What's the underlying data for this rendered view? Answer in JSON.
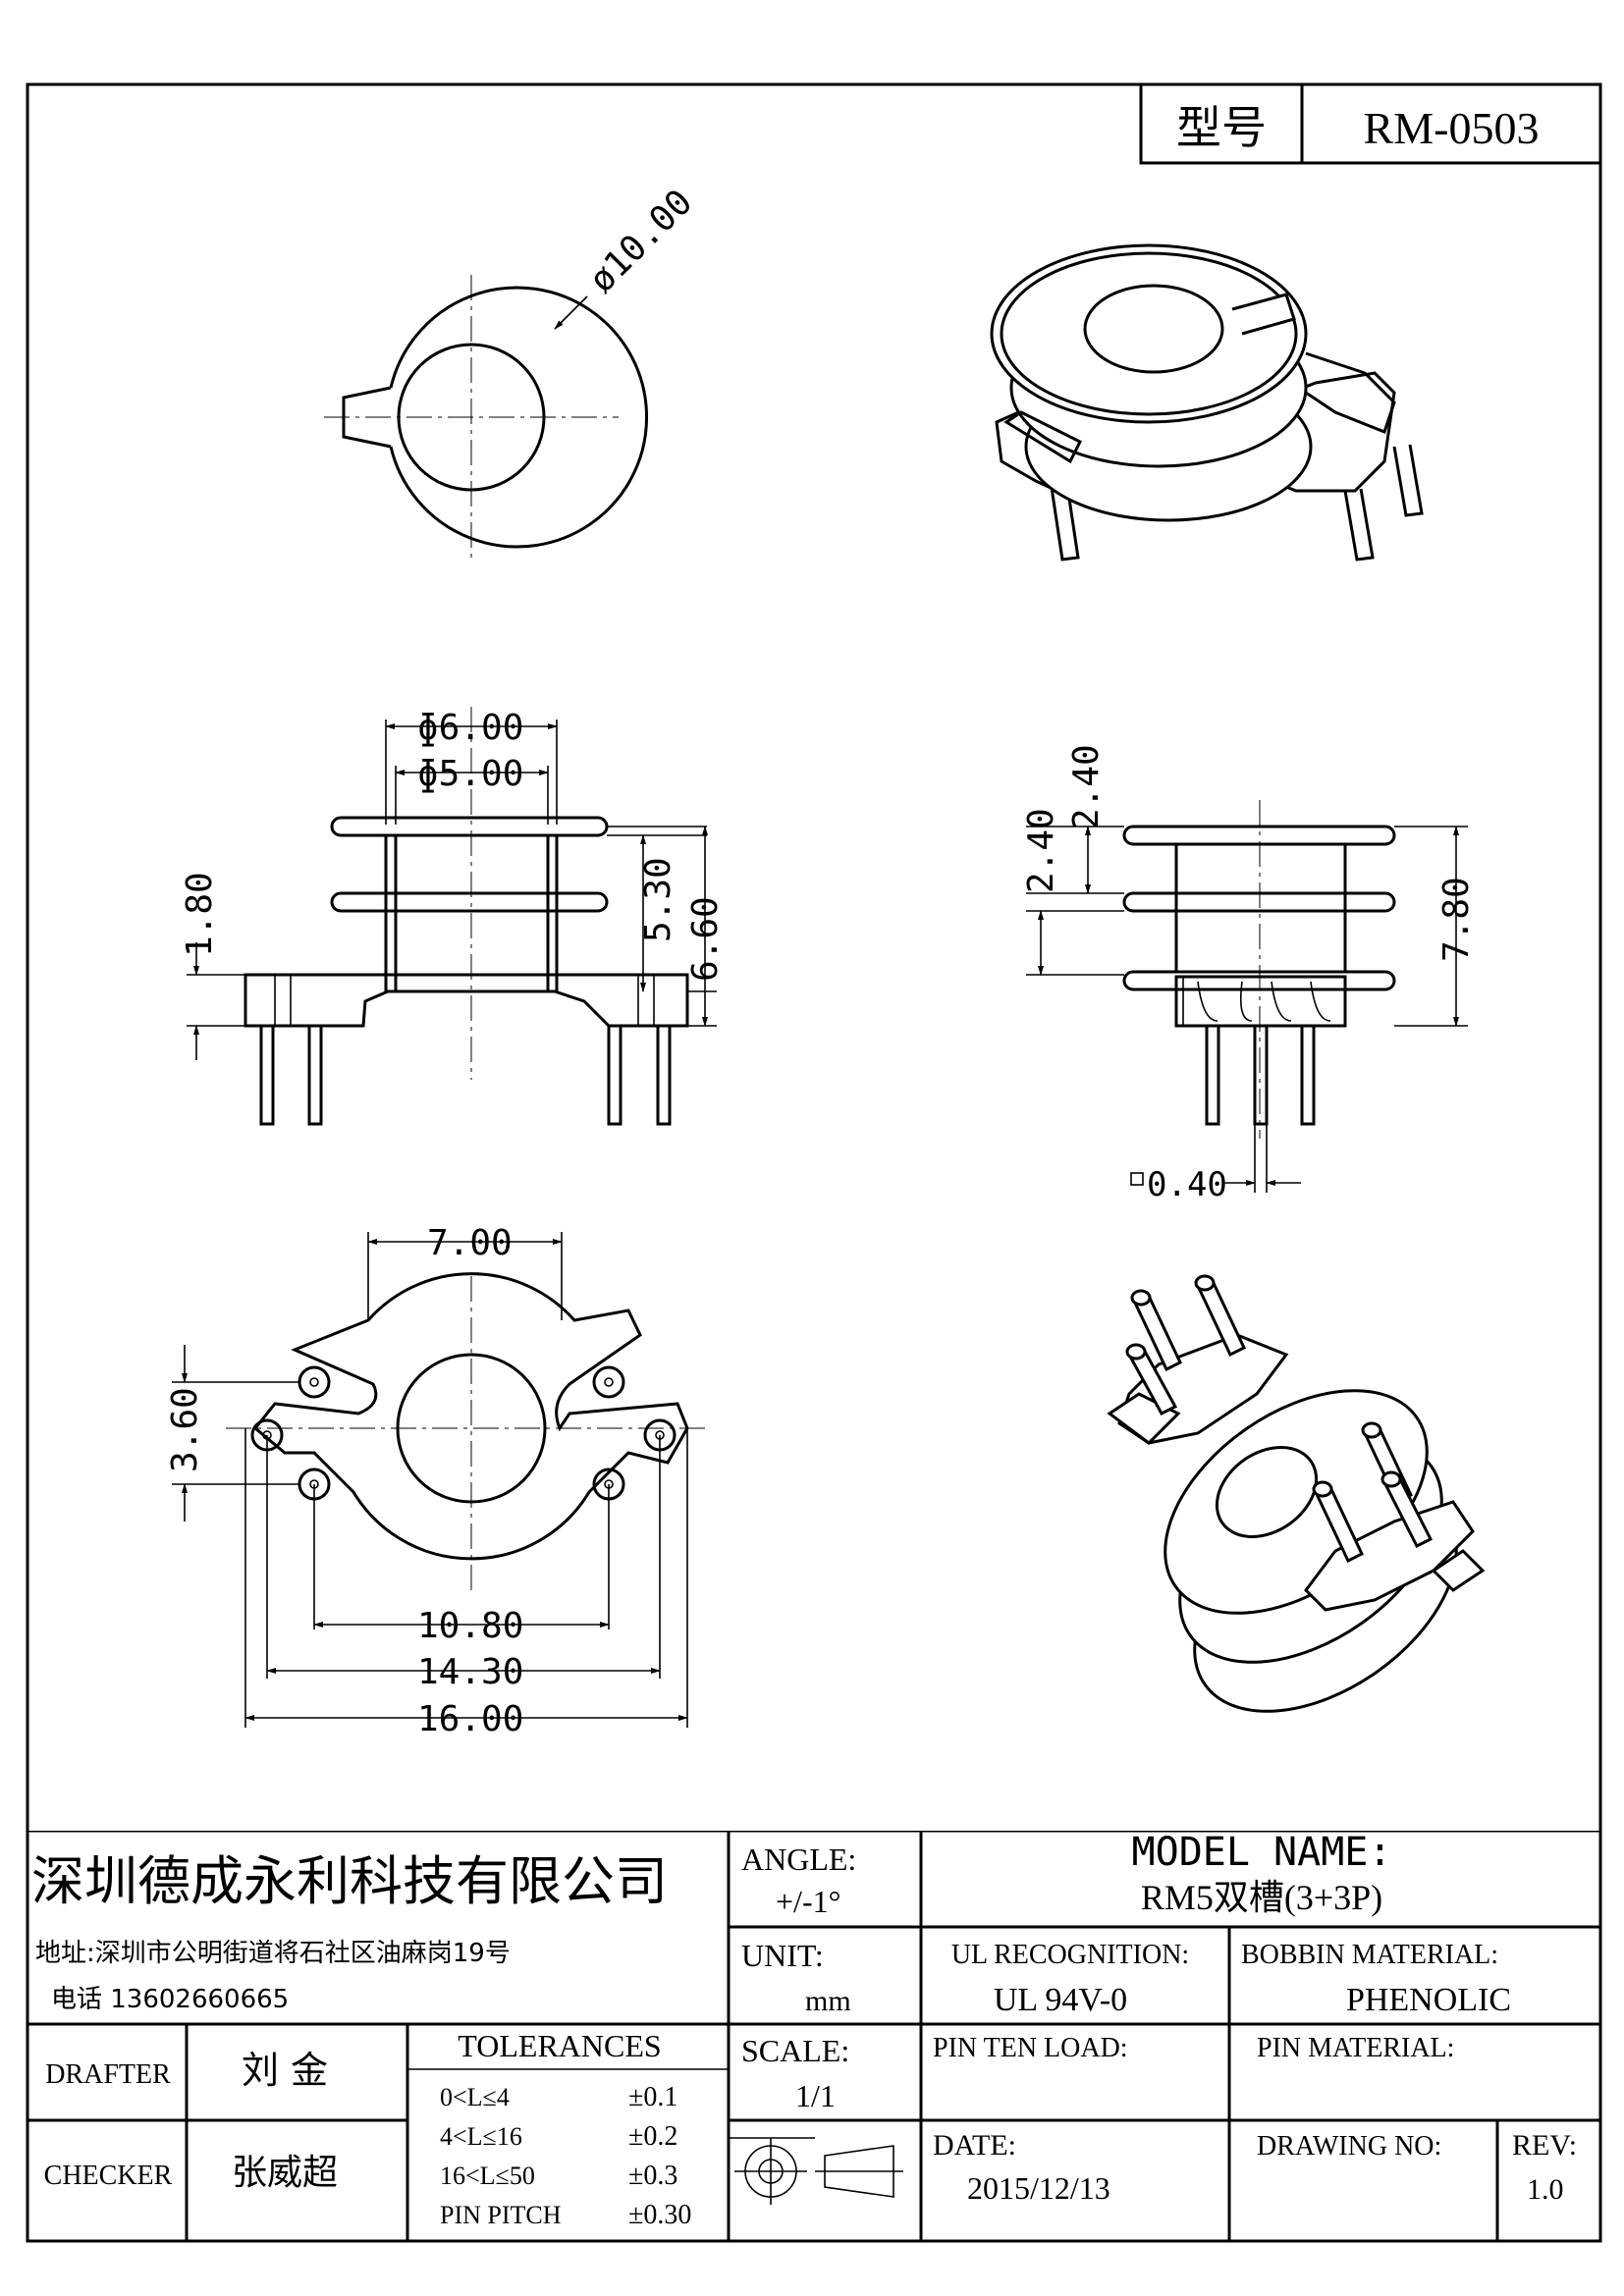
{
  "header": {
    "model_label": "型号",
    "model_value": "RM-0503"
  },
  "dimensions": {
    "top_view_diameter": "ø10.00",
    "outer_diameter": "ɸ6.00",
    "inner_diameter": "ɸ5.00",
    "flange_pitch": "1.80",
    "height_530": "5.30",
    "height_660": "6.60",
    "slot_240_a": "2.40",
    "slot_240_b": "2.40",
    "total_height": "7.80",
    "pin_size": "0.40",
    "bottom_width": "7.00",
    "pin_row_spacing": "3.60",
    "pin_span_1080": "10.80",
    "pin_span_1430": "14.30",
    "overall_width": "16.00"
  },
  "title_block": {
    "company_name": "深圳德成永利科技有限公司",
    "address": "地址:深圳市公明街道将石社区油麻岗19号",
    "phone": "电话 13602660665",
    "angle_label": "ANGLE:",
    "angle_value": "+/-1°",
    "model_name_label": "MODEL NAME:",
    "model_name_value": "RM5双槽(3+3P)",
    "unit_label": "UNIT:",
    "unit_value": "mm",
    "ul_label": "UL RECOGNITION:",
    "ul_value": "UL 94V-0",
    "bobbin_material_label": "BOBBIN MATERIAL:",
    "bobbin_material_value": "PHENOLIC",
    "drafter_label": "DRAFTER",
    "drafter_value": "刘  金",
    "checker_label": "CHECKER",
    "checker_value": "张威超",
    "tolerances_label": "TOLERANCES",
    "tolerances": [
      {
        "range": "0<L≤4",
        "value": "±0.1"
      },
      {
        "range": "4<L≤16",
        "value": "±0.2"
      },
      {
        "range": "16<L≤50",
        "value": "±0.3"
      },
      {
        "range": "PIN PITCH",
        "value": "±0.30"
      }
    ],
    "scale_label": "SCALE:",
    "scale_value": "1/1",
    "pin_ten_load_label": "PIN TEN LOAD:",
    "pin_material_label": "PIN MATERIAL:",
    "date_label": "DATE:",
    "date_value": "2015/12/13",
    "drawing_no_label": "DRAWING NO:",
    "rev_label": "REV:",
    "rev_value": "1.0"
  },
  "icons": [
    "projection-symbol-icon"
  ]
}
